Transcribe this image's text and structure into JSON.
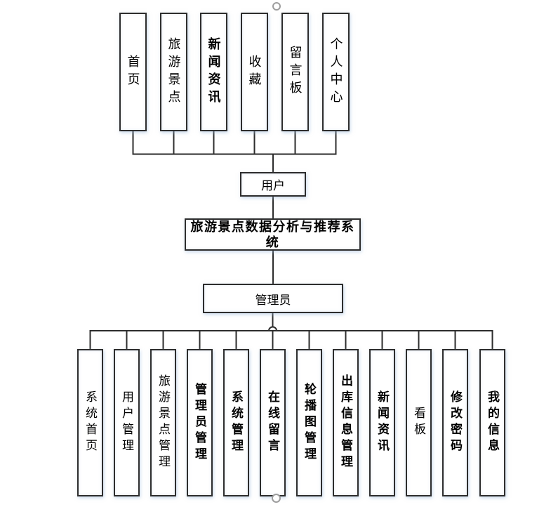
{
  "colors": {
    "line": "#2d2d2d",
    "box_border": "#2d2d2d",
    "box_fill": "#ffffff",
    "box_glow": "#9cbadc",
    "handle_border": "#9e9e9e",
    "text": "#000000"
  },
  "user_tree": {
    "root": {
      "label": "用户"
    },
    "features": [
      {
        "label": "首页"
      },
      {
        "label": "旅游景点"
      },
      {
        "label": "新闻资讯"
      },
      {
        "label": "收藏"
      },
      {
        "label": "留言板"
      },
      {
        "label": "个人中心"
      }
    ]
  },
  "system": {
    "label": "旅游景点数据分析与推荐系统"
  },
  "admin_tree": {
    "root": {
      "label": "管理员"
    },
    "features": [
      {
        "label": "系统首页"
      },
      {
        "label": "用户管理"
      },
      {
        "label": "旅游景点管理"
      },
      {
        "label": "管理员管理"
      },
      {
        "label": "系统管理"
      },
      {
        "label": "在线留言"
      },
      {
        "label": "轮播图管理"
      },
      {
        "label": "出库信息管理"
      },
      {
        "label": "新闻资讯"
      },
      {
        "label": "看板"
      },
      {
        "label": "修改密码"
      },
      {
        "label": "我的信息"
      }
    ]
  }
}
